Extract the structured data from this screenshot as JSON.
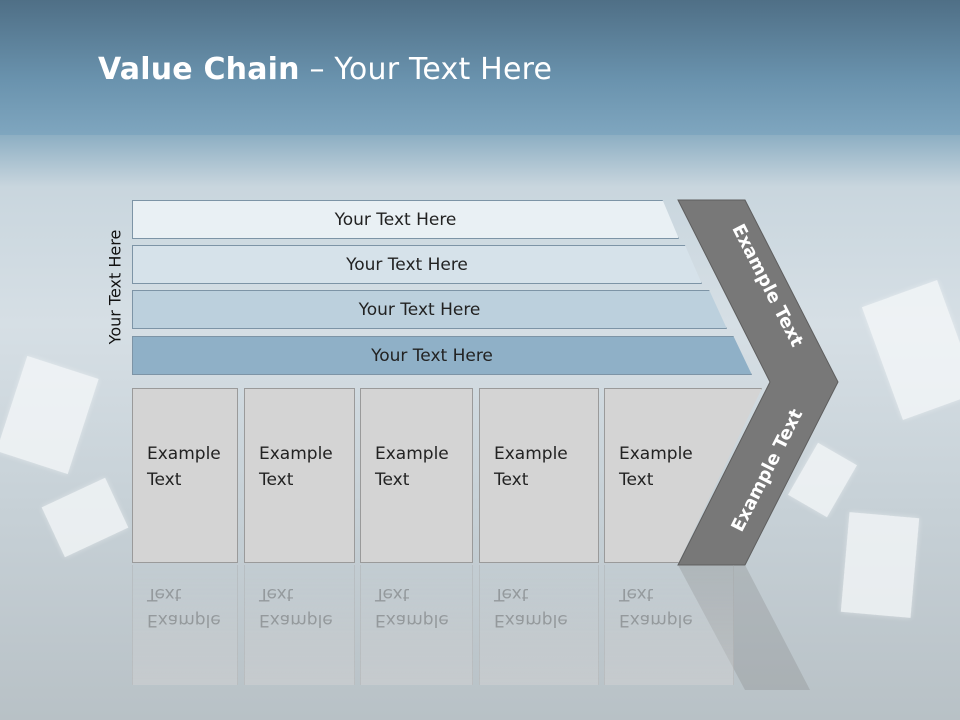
{
  "slide": {
    "title_bold": "Value Chain",
    "title_rest": " – Your Text Here"
  },
  "side_label": "Your Text Here",
  "bars": [
    {
      "label": "Your Text Here",
      "color": "#e9f0f4"
    },
    {
      "label": "Your Text Here",
      "color": "#d6e2ea"
    },
    {
      "label": "Your Text Here",
      "color": "#bcd0dd"
    },
    {
      "label": "Your Text Here",
      "color": "#8fb0c7"
    }
  ],
  "boxes": [
    {
      "line1": "Example",
      "line2": "Text"
    },
    {
      "line1": "Example",
      "line2": "Text"
    },
    {
      "line1": "Example",
      "line2": "Text"
    },
    {
      "line1": "Example",
      "line2": "Text"
    },
    {
      "line1": "Example",
      "line2": "Text"
    }
  ],
  "chevron": {
    "upper_label": "Example Text",
    "lower_label": "Example Text",
    "color": "#777777"
  }
}
